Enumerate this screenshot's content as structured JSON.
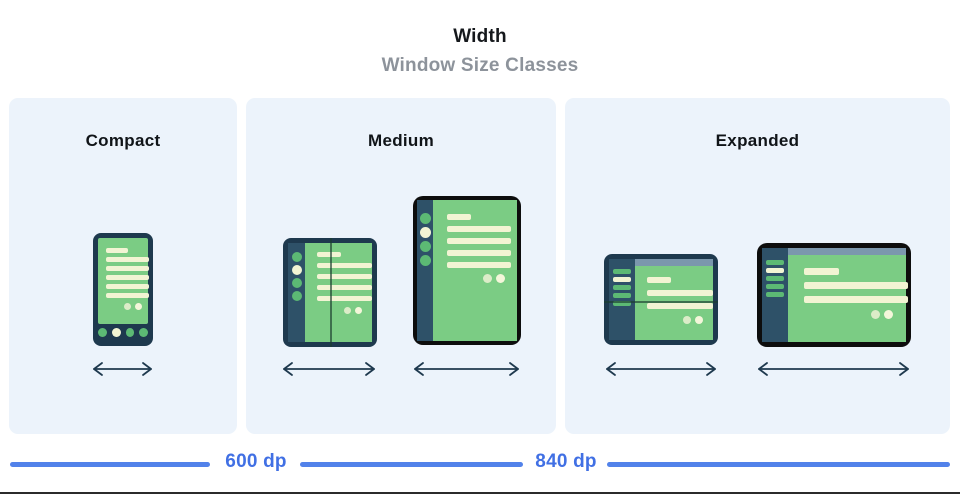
{
  "header": {
    "title": "Width",
    "subtitle": "Window Size Classes"
  },
  "panels": [
    {
      "label": "Compact",
      "devices": [
        {
          "kind": "phone",
          "name": "phone-portrait-illustration",
          "lines": [
            "short",
            "long",
            "long",
            "long",
            "long",
            "long"
          ],
          "screen_dots": 2,
          "navbar": [
            "green",
            "cream",
            "green",
            "green"
          ]
        }
      ]
    },
    {
      "label": "Medium",
      "devices": [
        {
          "kind": "foldable",
          "name": "foldable-open-illustration",
          "rail": [
            "green",
            "cream",
            "green",
            "green"
          ],
          "lines": [
            "short",
            "long",
            "long",
            "long",
            "long"
          ],
          "screen_dots": 2,
          "fold": "vertical"
        },
        {
          "kind": "tablet",
          "name": "tablet-portrait-illustration",
          "rail": [
            "green",
            "cream",
            "green",
            "green"
          ],
          "lines": [
            "short",
            "long",
            "long",
            "long",
            "long"
          ],
          "screen_dots": 2
        }
      ]
    },
    {
      "label": "Expanded",
      "devices": [
        {
          "kind": "desktop-sm",
          "name": "foldable-landscape-illustration",
          "sidebar": [
            "green",
            "cream",
            "green",
            "green",
            "green"
          ],
          "topbar": true,
          "lines": [
            "short",
            "long",
            "long"
          ],
          "screen_dots": 2,
          "fold": "horizontal"
        },
        {
          "kind": "desktop-lg",
          "name": "tablet-landscape-illustration",
          "sidebar": [
            "green",
            "cream",
            "green",
            "green",
            "green"
          ],
          "topbar": true,
          "lines": [
            "short",
            "long",
            "long"
          ],
          "screen_dots": 2
        }
      ]
    }
  ],
  "scale": {
    "breakpoints": [
      "600 dp",
      "840 dp"
    ]
  },
  "colors": {
    "panel_bg": "#ecf3fb",
    "frame_navy": "#1e394e",
    "frame_black": "#0d0d0d",
    "rail_navy": "#2e5168",
    "screen_green": "#7bcc84",
    "accent_cream": "#f2f4d3",
    "dot_green": "#5cb974",
    "screen_dot_pale": "#dcecc8",
    "screen_dot_cream": "#f4f6da",
    "topbar_blue_gray": "#7b97ad",
    "scale_blue": "#5282ea",
    "scale_text_blue": "#4170e4",
    "arrow_navy": "#1e394e",
    "subtitle_gray": "#8d939b"
  }
}
